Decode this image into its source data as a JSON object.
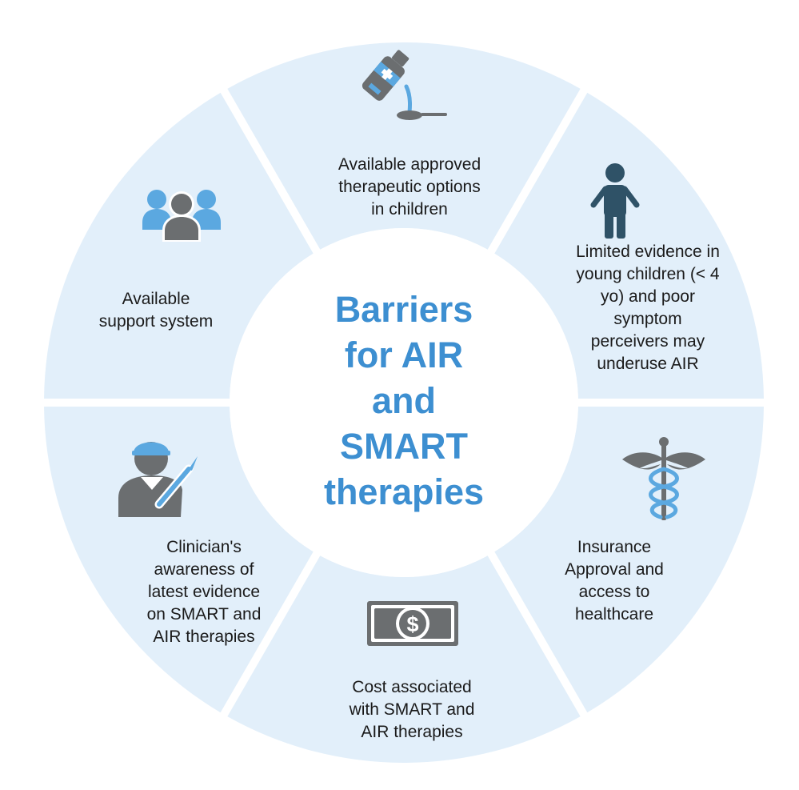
{
  "center": {
    "title": "Barriers\nfor AIR\nand\nSMART\ntherapies"
  },
  "segments": [
    {
      "icon": "medicine-bottle-spoon-icon",
      "label": "Available approved\ntherapeutic options\nin children"
    },
    {
      "icon": "child-icon",
      "label": "Limited evidence in\nyoung children (< 4\nyo) and poor\nsymptom\nperceivers may\nunderuse AIR"
    },
    {
      "icon": "caduceus-icon",
      "label": "Insurance\nApproval and\naccess to\nhealthcare"
    },
    {
      "icon": "dollar-bill-icon",
      "label": "Cost associated\nwith SMART and\nAIR therapies"
    },
    {
      "icon": "clinician-icon",
      "label": "Clinician's\nawareness of\nlatest evidence\non SMART and\nAIR therapies"
    },
    {
      "icon": "people-group-icon",
      "label": "Available\nsupport system"
    }
  ],
  "colors": {
    "segment_fill": "#e2effa",
    "accent_blue": "#3d8fd1",
    "light_blue": "#5ba8e0",
    "icon_gray": "#6b6e70",
    "icon_dark": "#2f5267"
  }
}
